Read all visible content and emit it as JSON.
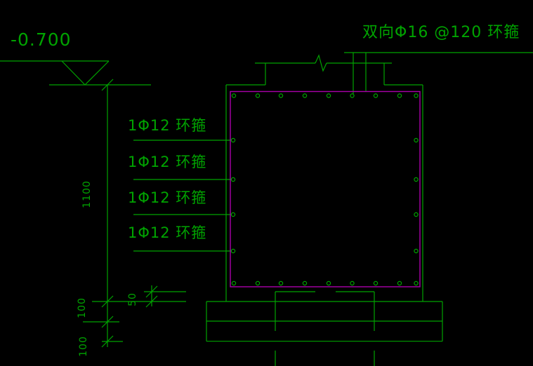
{
  "colors": {
    "background": "#000000",
    "line": "#00a300",
    "stirrup": "#aa00aa"
  },
  "elevation": {
    "value": "-0.700"
  },
  "top_rebar_label": "双向Φ16 @120 环箍",
  "side_rebar_labels": [
    "1Φ12 环箍",
    "1Φ12 环箍",
    "1Φ12 环箍",
    "1Φ12 环箍"
  ],
  "dimensions": {
    "column_height": "1100",
    "footing_upper": "100",
    "footing_lower": "100",
    "step": "50"
  }
}
